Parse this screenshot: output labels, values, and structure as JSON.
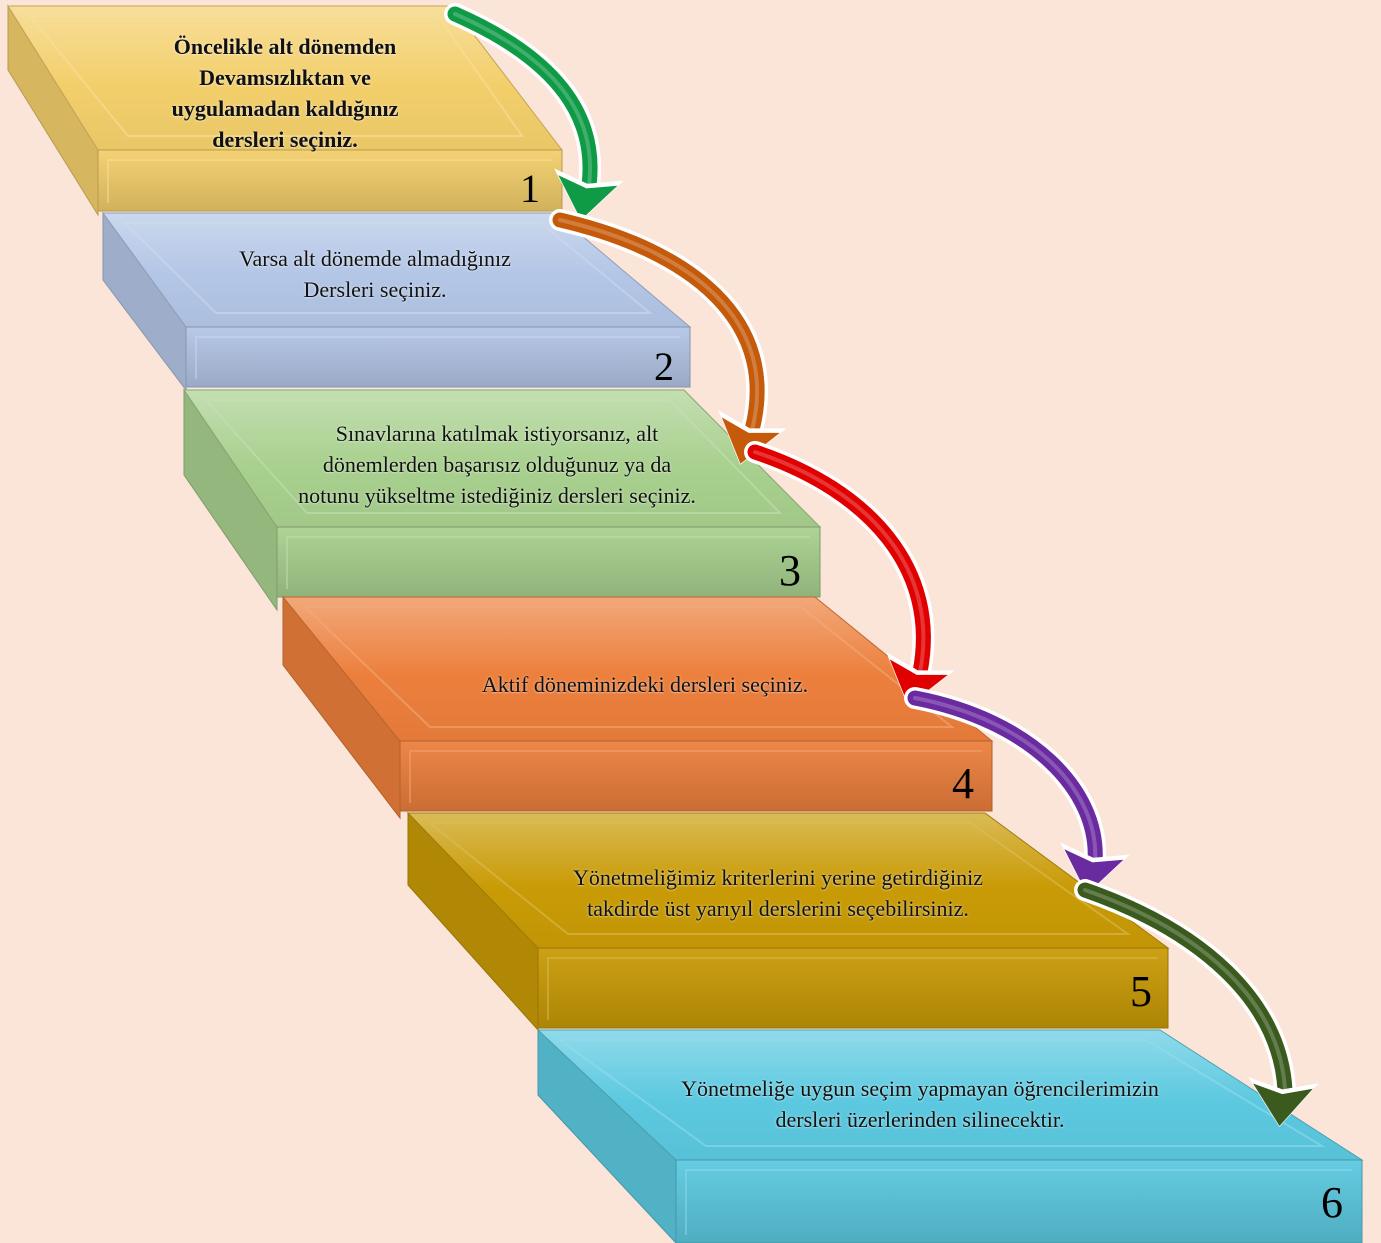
{
  "steps": [
    {
      "number": "1",
      "text": [
        "Öncelikle alt dönemden",
        "Devamsızlıktan ve",
        "uygulamadan kaldığınız",
        "dersleri seçiniz."
      ],
      "color": "#f3cf6b"
    },
    {
      "number": "2",
      "text": [
        "Varsa alt dönemde almadığınız",
        "Dersleri seçiniz."
      ],
      "color": "#b3c6e6"
    },
    {
      "number": "3",
      "text": [
        "Sınavlarına katılmak istiyorsanız, alt",
        "dönemlerden başarısız olduğunuz ya da",
        "notunu yükseltme istediğiniz dersleri seçiniz."
      ],
      "color": "#a8d08e"
    },
    {
      "number": "4",
      "text": [
        "Aktif döneminizdeki dersleri seçiniz."
      ],
      "color": "#ec7f3c"
    },
    {
      "number": "5",
      "text": [
        "Yönetmeliğimiz kriterlerini yerine getirdiğiniz",
        "takdirde üst yarıyıl derslerini seçebilirsiniz."
      ],
      "color": "#c99b06"
    },
    {
      "number": "6",
      "text": [
        "Yönetmeliğe uygun seçim yapmayan öğrencilerimizin",
        "dersleri üzerlerinden silinecektir."
      ],
      "color": "#5cc9e0"
    }
  ],
  "arrows": [
    {
      "from": "1",
      "to": "2",
      "color": "#0f9a46"
    },
    {
      "from": "2",
      "to": "3",
      "color": "#c45a0a"
    },
    {
      "from": "3",
      "to": "4",
      "color": "#e00000"
    },
    {
      "from": "4",
      "to": "5",
      "color": "#6a2aa0"
    },
    {
      "from": "5",
      "to": "6",
      "color": "#3a5a1e"
    }
  ]
}
